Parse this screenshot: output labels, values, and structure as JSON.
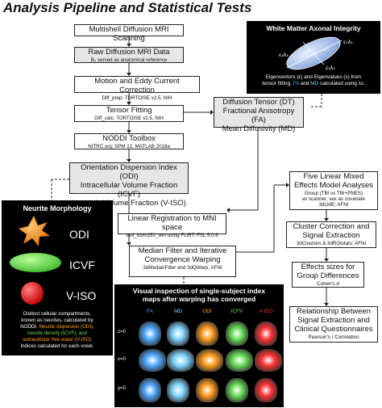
{
  "title": "Analysis Pipeline and Statistical Tests",
  "steps": {
    "scan": {
      "title": "Multishell Diffusion MRI Scanning"
    },
    "raw": {
      "title": "Raw Diffusion MRI Data",
      "sub": "B₀ served as anatomical reference"
    },
    "motion": {
      "title": "Motion and Eddy Current Correction",
      "sub": "Diff_prep; TORTOISE v2.5, NIH"
    },
    "tensor": {
      "title": "Tensor Fitting",
      "sub": "Diff_calc; TORTOISE v2.5, NIH"
    },
    "noddi": {
      "title": "NODDI Toolbox",
      "sub": "NITRC.org; SPM 12, MATLAB 2018a"
    },
    "odi_box": {
      "line1": "Orientation Dispersion Index (ODI)",
      "line2": "Intracellular Volume Fraction (ICVF)",
      "line3": "Isotropic Volume Fraction (V-ISO)"
    },
    "dt_box": {
      "line1": "Diffusion Tensor (DT)",
      "line2": "Fractional Anisotropy (FA)",
      "line3": "Mean Diffusivity (MD)"
    },
    "reg": {
      "title": "Linear Registration to MNI space",
      "sub": "mni_icbm152_wm using FLIRT; FSL 5.0.6"
    },
    "median": {
      "line1": "Median Filter and Iterative",
      "line2": "Convergence Warping",
      "sub": "3dMedianFilter and 3dQWarp; AFNI"
    },
    "lme": {
      "line1": "Five Linear Mixed",
      "line2": "Effects Model Analyses",
      "sub1": "Group (TBI vs TBI+PNES)",
      "sub2": "w/ scanner, sex as covariate",
      "sub3": "3dLME; AFNI"
    },
    "cluster": {
      "line1": "Cluster Correction and",
      "line2": "Signal Extraction",
      "sub": "3dClustsim & 3dROIstats; AFNI"
    },
    "effects": {
      "line1": "Effects sizes for",
      "line2": "Group Differences",
      "sub": "Cohen's d"
    },
    "relationship": {
      "line1": "Relationship Between",
      "line2": "Signal Extraction and",
      "line3": "Clinical Questionnaires",
      "sub": "Pearson's r Correlation"
    }
  },
  "wm_panel": {
    "title": "White Matter Axonal Integrity",
    "text1": "Eigenvectors (ε) and Eigenvalues (λ) from",
    "text2a": "tensor fitting. ",
    "fa": "FA",
    "and": " and ",
    "md": "MD",
    "text2b": " calculated using λs.",
    "fa_color": "#4ea8ff",
    "md_color": "#7fd4ff"
  },
  "neurite_panel": {
    "title": "Neurite Morphology",
    "odi": "ODI",
    "icvf": "ICVF",
    "viso": "V-ISO",
    "odi_color": "#ff9a1a",
    "icvf_color": "#66dd55",
    "viso_color": "#ff2a2a",
    "desc1": "Distinct cellular compartments,",
    "desc2": "known as neurites, calculated by",
    "desc3": "NODDI. ",
    "desc3b": "Neurite dispersion (ODI),",
    "desc4": "neurite density (ICVF), and",
    "desc5": "extracellular free water (V-ISO)",
    "desc6": "indices calculated for each voxel."
  },
  "visual_panel": {
    "title1": "Visual inspection of single-subject index",
    "title2": "maps after warping has converged",
    "columns": [
      "FA",
      "MD",
      "ODI",
      "ICFV",
      "V-ISO"
    ],
    "column_colors": [
      "#4ea8ff",
      "#7fd4ff",
      "#ff9a1a",
      "#66dd55",
      "#ff3030"
    ],
    "rows": [
      "z=0",
      "x=0",
      "y=0"
    ]
  }
}
